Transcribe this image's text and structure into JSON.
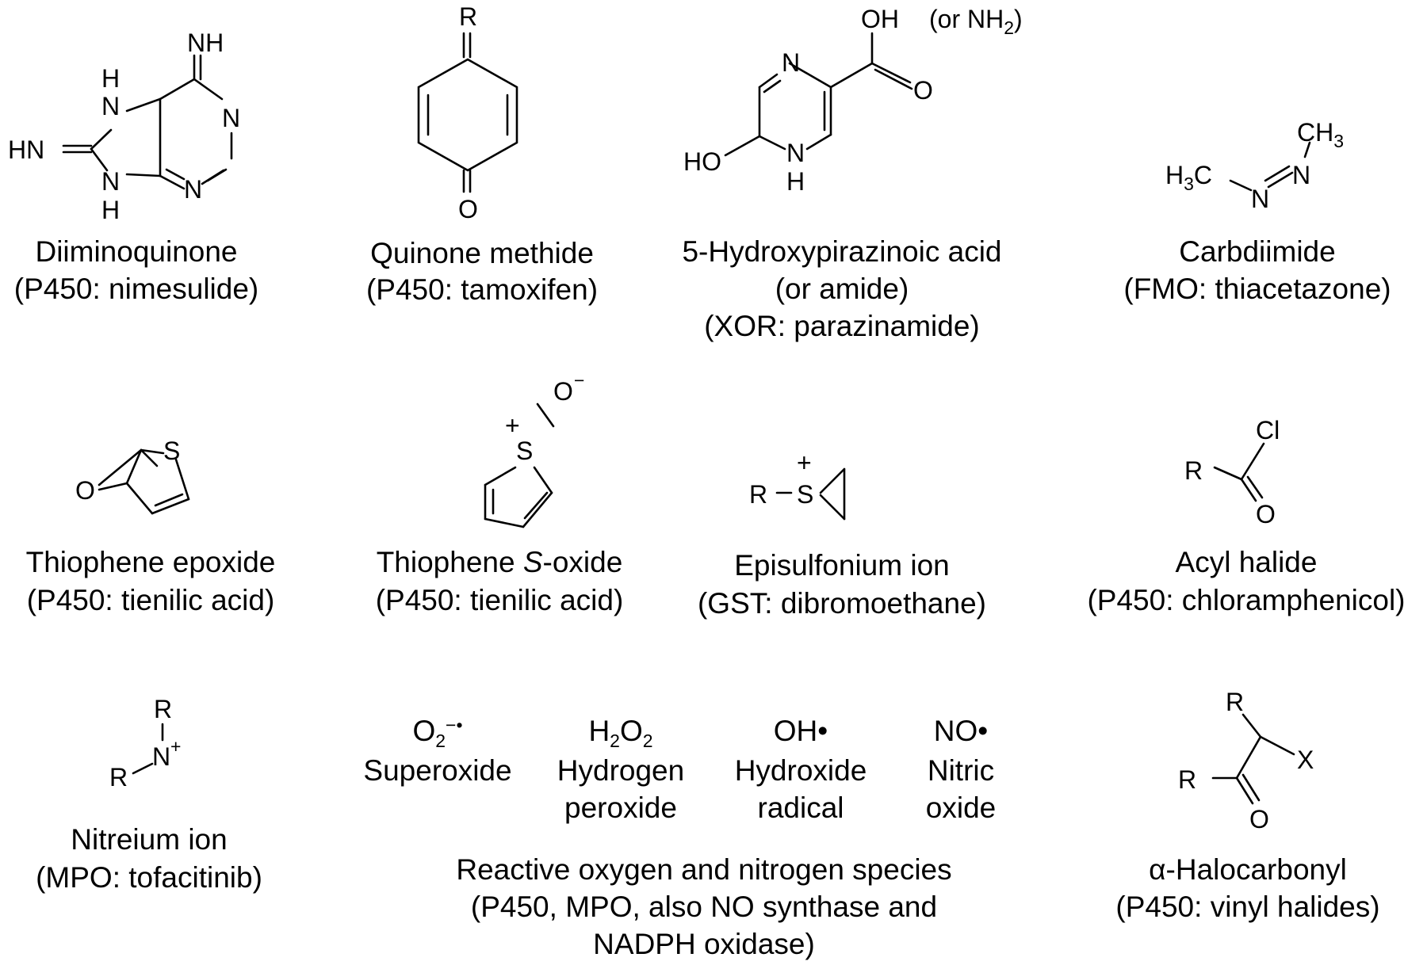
{
  "structures": [
    {
      "id": "diiminoquinone",
      "name": "Diiminoquinone",
      "source": "(P450: nimesulide)",
      "atoms": {
        "imine_top": "NH",
        "nh_upper": "H\nN",
        "hn_left": "HN",
        "nh_lower": "N\nH",
        "n_right": "N",
        "n_bottom": "N"
      }
    },
    {
      "id": "quinone-methide",
      "name": "Quinone methide",
      "source": "(P450: tamoxifen)",
      "atoms": {
        "r": "R",
        "o": "O"
      }
    },
    {
      "id": "hydroxypyrazinoic",
      "name": "5-Hydroxypirazinoic acid",
      "name2": "(or amide)",
      "source": "(XOR: parazinamide)",
      "atoms": {
        "oh": "OH",
        "or_nh2": "(or NH",
        "or_nh2_sub": "2",
        "or_nh2_close": ")",
        "n_top": "N",
        "o_carbonyl": "O",
        "ho": "HO",
        "nh": "N",
        "h": "H"
      }
    },
    {
      "id": "carbdiimide",
      "name": "Carbdiimide",
      "source": "(FMO: thiacetazone)",
      "atoms": {
        "h3c": "H",
        "h3c_sub": "3",
        "h3c_c": "C",
        "n1": "N",
        "n2": "N",
        "ch3": "CH",
        "ch3_sub": "3"
      }
    },
    {
      "id": "thiophene-epoxide",
      "name": "Thiophene epoxide",
      "source": "(P450: tienilic acid)",
      "atoms": {
        "s": "S",
        "o": "O"
      }
    },
    {
      "id": "thiophene-s-oxide",
      "name_pre": "Thiophene ",
      "name_italic": "S",
      "name_post": "-oxide",
      "source": "(P450: tienilic acid)",
      "atoms": {
        "s": "S",
        "plus": "+",
        "o": "O",
        "minus": "−"
      }
    },
    {
      "id": "episulfonium",
      "name": "Episulfonium ion",
      "source": "(GST: dibromoethane)",
      "atoms": {
        "r": "R",
        "s": "S",
        "plus": "+"
      }
    },
    {
      "id": "acyl-halide",
      "name": "Acyl halide",
      "source": "(P450: chloramphenicol)",
      "atoms": {
        "r": "R",
        "cl": "Cl",
        "o": "O"
      }
    },
    {
      "id": "nitreium",
      "name": "Nitreium ion",
      "source": "(MPO: tofacitinib)",
      "atoms": {
        "r_top": "R",
        "n": "N",
        "plus": "+",
        "r_left": "R"
      }
    },
    {
      "id": "halocarbonyl",
      "name": "α-Halocarbonyl",
      "source": "(P450: vinyl halides)",
      "atoms": {
        "r_top": "R",
        "x": "X",
        "r_left": "R",
        "o": "O"
      }
    }
  ],
  "ros": {
    "species": [
      {
        "formula_parts": [
          "O",
          "2",
          "−•"
        ],
        "name1": "Superoxide",
        "name2": ""
      },
      {
        "formula_parts": [
          "H",
          "2",
          "O",
          "2"
        ],
        "name1": "Hydrogen",
        "name2": "peroxide"
      },
      {
        "formula_parts": [
          "OH•"
        ],
        "name1": "Hydroxide",
        "name2": "radical"
      },
      {
        "formula_parts": [
          "NO•"
        ],
        "name1": "Nitric",
        "name2": "oxide"
      }
    ],
    "caption1": "Reactive oxygen and nitrogen species",
    "caption2": "(P450, MPO, also NO synthase and",
    "caption3": "NADPH oxidase)"
  }
}
